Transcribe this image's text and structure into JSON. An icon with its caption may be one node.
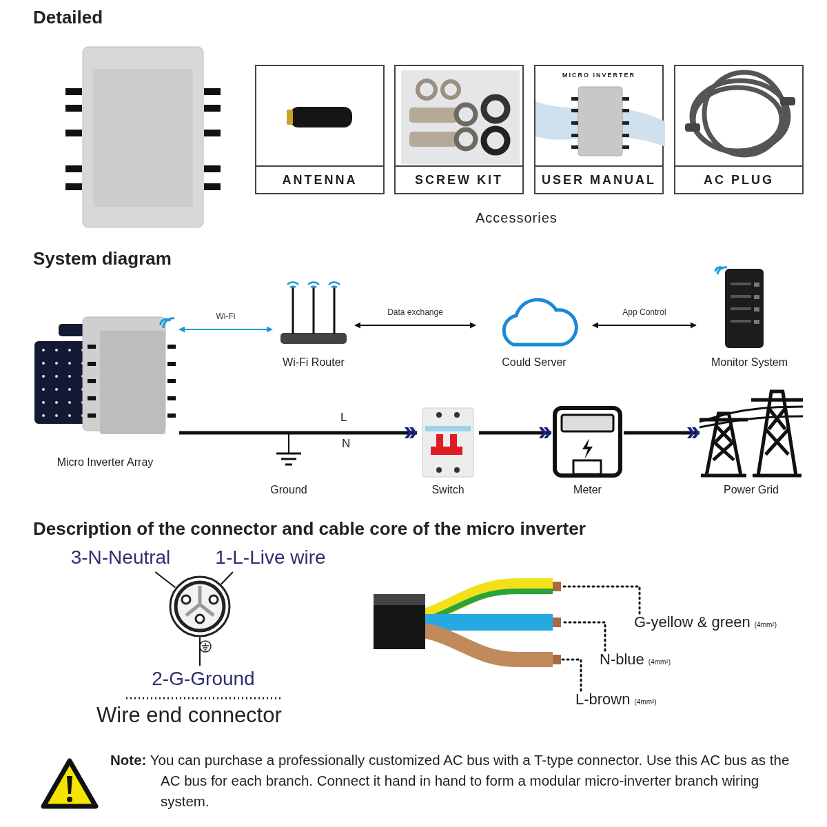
{
  "diagram": {
    "nodes": [
      {
        "text": [
          "ANTENNA"
        ]
      },
      {
        "text": [
          "SCREW KIT"
        ]
      },
      {
        "text": [
          "MICRO INVERTER",
          "USER MANUAL"
        ]
      },
      {
        "text": [
          "AC PLUG"
        ]
      },
      {
        "text": [
          "Micro Inverter Array"
        ]
      },
      {
        "text": [
          "Wi-Fi Router"
        ]
      },
      {
        "text": [
          "Could Server"
        ]
      },
      {
        "text": [
          "Monitor System"
        ]
      },
      {
        "text": [
          "Ground"
        ]
      },
      {
        "text": [
          "Switch"
        ]
      },
      {
        "text": [
          "Meter"
        ]
      },
      {
        "text": [
          "Power Grid"
        ]
      },
      {
        "text": [
          "3-N-Neutral"
        ]
      },
      {
        "text": [
          "1-L-Live wire"
        ]
      },
      {
        "text": [],
        "shape": "picture"
      },
      {
        "text": [
          "2-G-Ground"
        ]
      },
      {
        "text": [],
        "shape": "picture"
      },
      {
        "text": [
          "G-yellow & green",
          "(4mm²)"
        ]
      },
      {
        "text": [
          "N-blue",
          "(4mm²)"
        ]
      },
      {
        "text": [
          "L-brown",
          "(4mm²)"
        ]
      }
    ],
    "edges": [
      {
        "from": 4,
        "to": 5,
        "arrow": "both",
        "label": "Wi-Fi",
        "color": "#1a9ad6"
      },
      {
        "from": 5,
        "to": 6,
        "arrow": "both",
        "label": "Data exchange"
      },
      {
        "from": 6,
        "to": 7,
        "arrow": "both",
        "label": "App Control"
      },
      {
        "from": 4,
        "to": 9,
        "arrow": "to",
        "style": "thick"
      },
      {
        "from": 4,
        "to": 8,
        "arrow": "none"
      },
      {
        "from": 9,
        "to": 10,
        "arrow": "to",
        "style": "thick"
      },
      {
        "from": 10,
        "to": 11,
        "arrow": "to",
        "style": "thick"
      },
      {
        "from": 12,
        "to": 14,
        "arrow": "none"
      },
      {
        "from": 13,
        "to": 14,
        "arrow": "none"
      },
      {
        "from": 15,
        "to": 14,
        "arrow": "none"
      },
      {
        "from": 17,
        "to": 16,
        "arrow": "none",
        "style": "dashed"
      },
      {
        "from": 18,
        "to": 16,
        "arrow": "none",
        "style": "dashed"
      },
      {
        "from": 19,
        "to": 16,
        "arrow": "none",
        "style": "dashed"
      }
    ],
    "labels": [
      "Detailed",
      "Accessories",
      "System diagram",
      "L",
      "N",
      "Description of the connector and cable core of the micro inverter",
      "Wire end connector",
      "**Note:** You can purchase a professionally customized AC bus with a T-type connector. Use this AC bus as the AC bus for each branch. Connect it hand in hand to form a modular micro-inverter branch wiring system."
    ]
  }
}
